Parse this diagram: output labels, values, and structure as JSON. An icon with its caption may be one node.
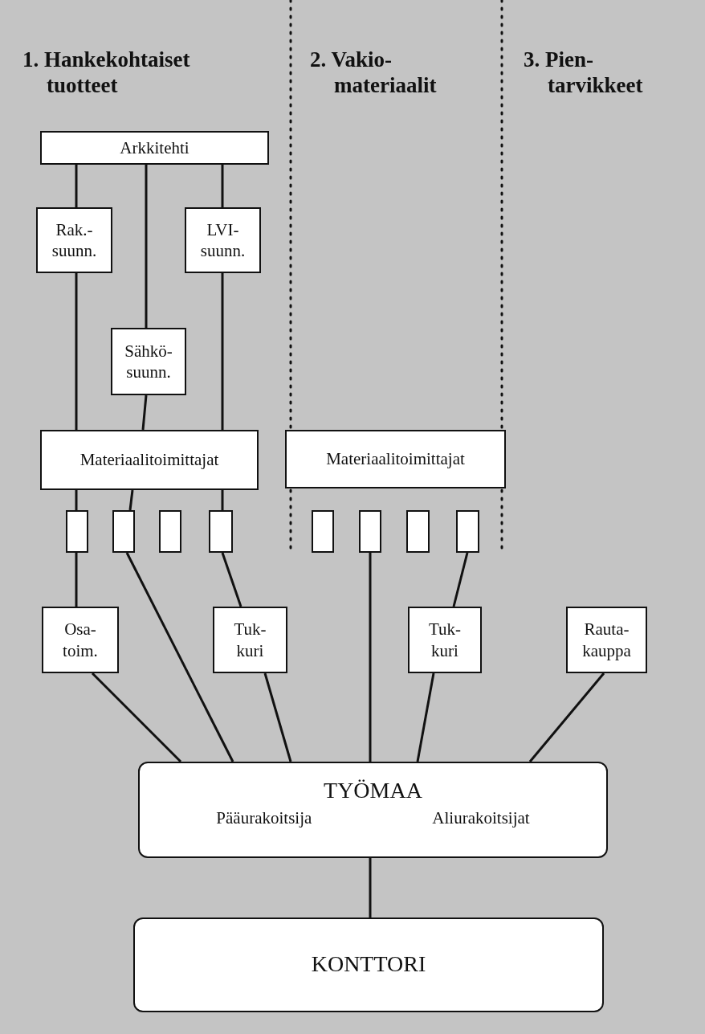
{
  "diagram": {
    "nodes": [
      {
        "text": [
          "Arkkitehti"
        ]
      },
      {
        "text": [
          "Rak.- suunn."
        ]
      },
      {
        "text": [
          "LVI- suunn."
        ]
      },
      {
        "text": [
          "Sähkö- suunn."
        ]
      },
      {
        "text": [
          "Materiaalitoimittajat"
        ]
      },
      {
        "text": [
          "Materiaalitoimittajat"
        ]
      },
      {
        "text": [],
        "shape": "box"
      },
      {
        "text": [],
        "shape": "box"
      },
      {
        "text": [],
        "shape": "box"
      },
      {
        "text": [],
        "shape": "box"
      },
      {
        "text": [],
        "shape": "box"
      },
      {
        "text": [],
        "shape": "box"
      },
      {
        "text": [],
        "shape": "box"
      },
      {
        "text": [],
        "shape": "box"
      },
      {
        "text": [
          "Osa- toim."
        ]
      },
      {
        "text": [
          "Tuk- kuri"
        ]
      },
      {
        "text": [
          "Tuk- kuri"
        ]
      },
      {
        "text": [
          "Rauta- kauppa"
        ]
      },
      {
        "text": [
          "TYÖMAA",
          "Pääurakoitsija",
          "Aliurakoitsijat"
        ]
      },
      {
        "text": [
          "KONTTORI"
        ]
      }
    ],
    "edges": [
      {
        "from": 0,
        "to": 1,
        "arrow": "none"
      },
      {
        "from": 0,
        "to": 3,
        "arrow": "none"
      },
      {
        "from": 0,
        "to": 2,
        "arrow": "none"
      },
      {
        "from": 1,
        "to": 4,
        "arrow": "none"
      },
      {
        "from": 3,
        "to": 4,
        "arrow": "none"
      },
      {
        "from": 2,
        "to": 4,
        "arrow": "none"
      },
      {
        "from": 4,
        "to": 6,
        "arrow": "none"
      },
      {
        "from": 4,
        "to": 7,
        "arrow": "none"
      },
      {
        "from": 4,
        "to": 9,
        "arrow": "none"
      },
      {
        "from": 6,
        "to": 14,
        "arrow": "none"
      },
      {
        "from": 7,
        "to": 18,
        "arrow": "none"
      },
      {
        "from": 9,
        "to": 15,
        "arrow": "none"
      },
      {
        "from": 11,
        "to": 18,
        "arrow": "none"
      },
      {
        "from": 13,
        "to": 16,
        "arrow": "none"
      },
      {
        "from": 14,
        "to": 18,
        "arrow": "none"
      },
      {
        "from": 15,
        "to": 18,
        "arrow": "none"
      },
      {
        "from": 16,
        "to": 18,
        "arrow": "none"
      },
      {
        "from": 17,
        "to": 18,
        "arrow": "none"
      },
      {
        "from": 18,
        "to": 19,
        "arrow": "none"
      }
    ],
    "labels": [
      "1. Hankekohtaiset tuotteet",
      "2. Vakio- materiaalit",
      "3. Pien- tarvikkeet"
    ]
  }
}
